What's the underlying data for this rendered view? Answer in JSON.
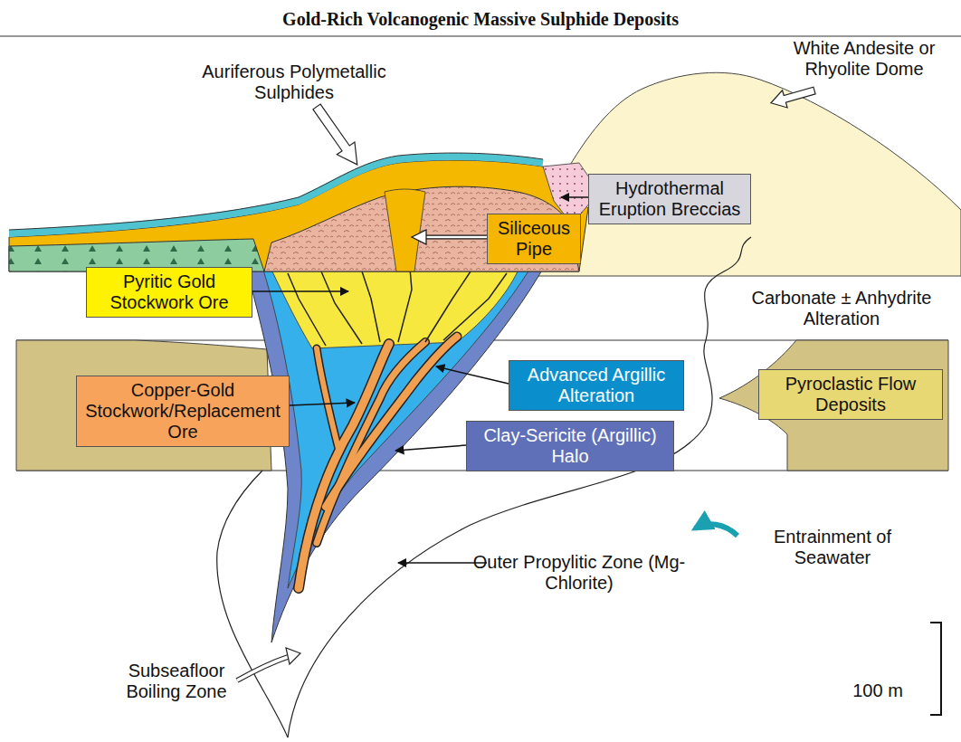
{
  "diagram": {
    "title": "Gold-Rich Volcanogenic Massive Sulphide Deposits",
    "nodes": [
      {
        "text": [
          "Hydrothermal Eruption Breccias"
        ]
      },
      {
        "text": [
          "Siliceous Pipe"
        ]
      },
      {
        "text": [
          "Pyritic Gold Stockwork Ore"
        ]
      },
      {
        "text": [
          "Advanced Argillic Alteration"
        ]
      },
      {
        "text": [
          "Pyroclastic Flow Deposits"
        ]
      },
      {
        "text": [
          "Copper-Gold Stockwork/Replacement Ore"
        ]
      },
      {
        "text": [
          "Clay-Sericite (Argillic) Halo"
        ]
      }
    ],
    "labels": [
      "Auriferous Polymetallic Sulphides",
      "White Andesite or Rhyolite Dome",
      "Carbonate ± Anhydrite Alteration",
      "Outer Propylitic Zone (Mg-Chlorite)",
      "Entrainment of Seawater",
      "Subseafloor Boiling Zone",
      "100 m"
    ]
  }
}
